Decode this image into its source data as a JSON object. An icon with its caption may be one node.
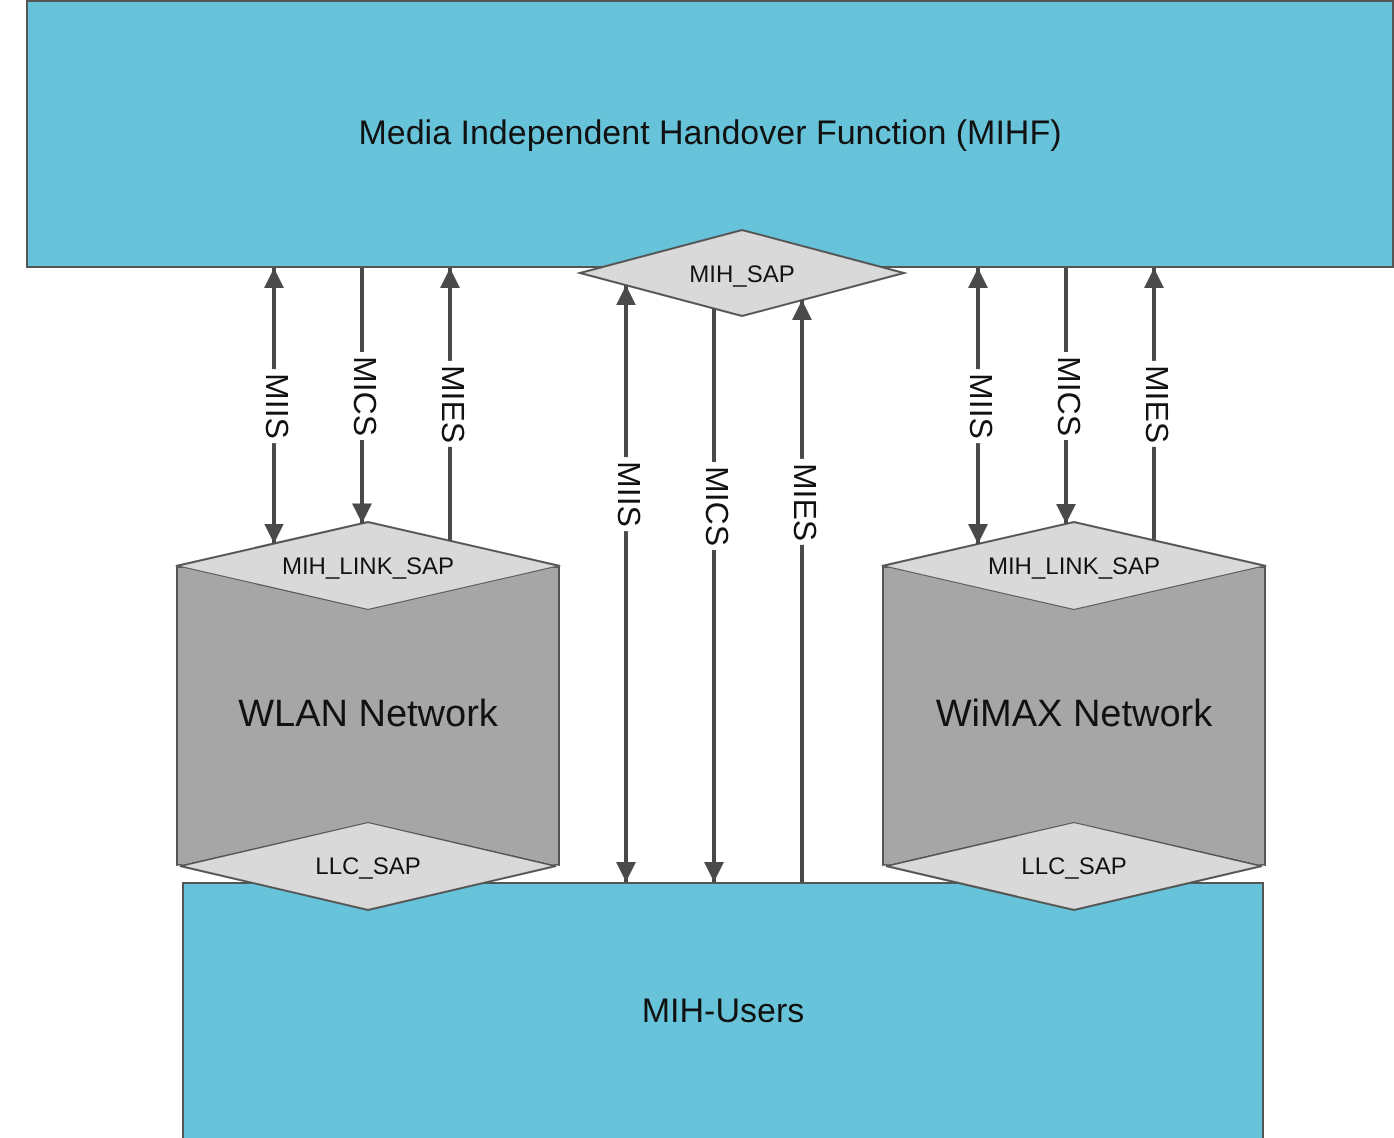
{
  "diagram": {
    "nodes": [
      {
        "text": [
          "Media Independent Handover Function (MIHF)"
        ]
      },
      {
        "text": [
          "MIH_SAP"
        ]
      },
      {
        "text": [
          "MIH_LINK_SAP"
        ]
      },
      {
        "text": [
          "WLAN Network"
        ]
      },
      {
        "text": [
          "LLC_SAP"
        ]
      },
      {
        "text": [
          "MIH_LINK_SAP"
        ]
      },
      {
        "text": [
          "WiMAX Network"
        ]
      },
      {
        "text": [
          "LLC_SAP"
        ]
      },
      {
        "text": [
          "MIH-Users"
        ]
      }
    ],
    "edges": [
      {
        "from": 0,
        "to": 2,
        "arrow": "both",
        "label": "MIIS"
      },
      {
        "from": 0,
        "to": 2,
        "arrow": "to",
        "label": "MICS"
      },
      {
        "from": 2,
        "to": 0,
        "arrow": "to",
        "label": "MIES"
      },
      {
        "from": 1,
        "to": 8,
        "arrow": "both",
        "label": "MIIS"
      },
      {
        "from": 1,
        "to": 8,
        "arrow": "to",
        "label": "MICS"
      },
      {
        "from": 8,
        "to": 1,
        "arrow": "to",
        "label": "MIES"
      },
      {
        "from": 0,
        "to": 5,
        "arrow": "both",
        "label": "MIIS"
      },
      {
        "from": 0,
        "to": 5,
        "arrow": "to",
        "label": "MICS"
      },
      {
        "from": 5,
        "to": 0,
        "arrow": "to",
        "label": "MIES"
      }
    ]
  }
}
